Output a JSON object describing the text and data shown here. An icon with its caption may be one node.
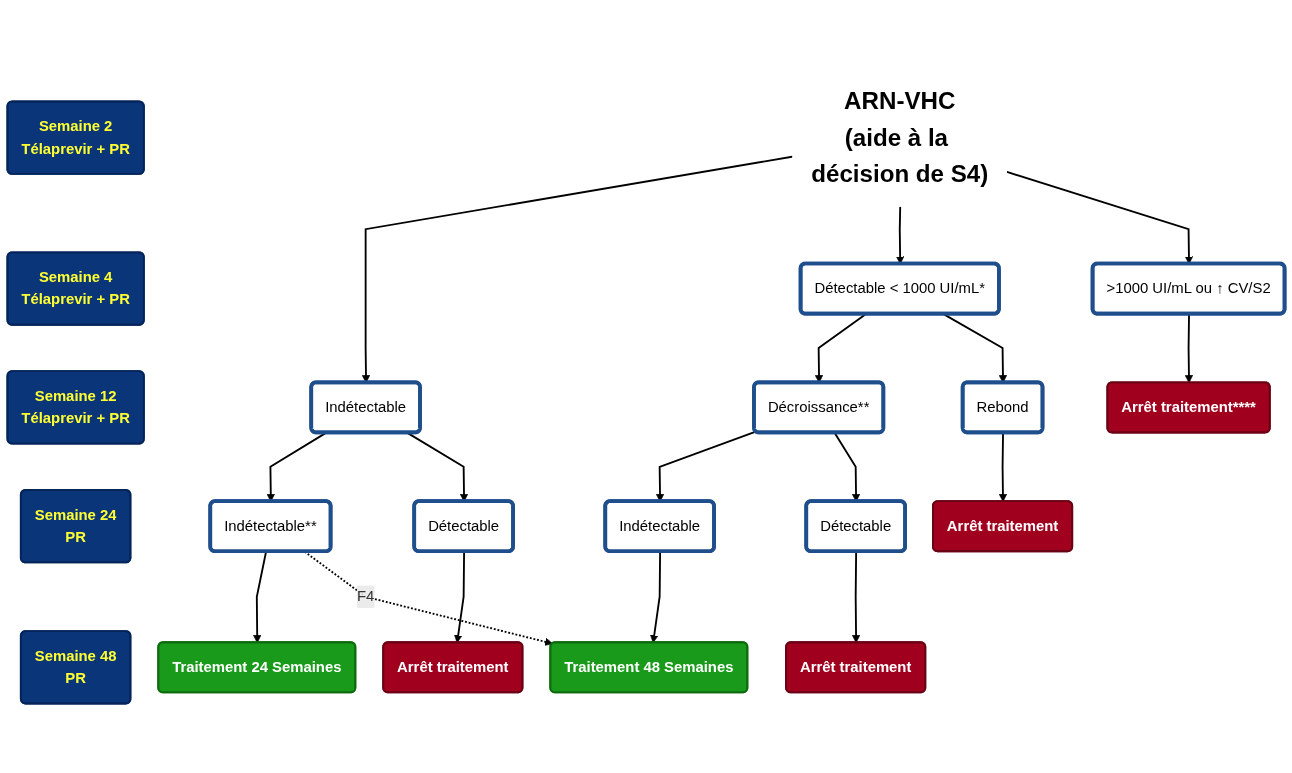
{
  "diagram": {
    "nodes": [
      {
        "text": [
          "Semaine 2",
          "Télaprevir + PR"
        ]
      },
      {
        "text": [
          "Semaine 4",
          "Télaprevir + PR"
        ]
      },
      {
        "text": [
          "Semaine 12",
          "Télaprevir + PR"
        ]
      },
      {
        "text": [
          "Semaine 24",
          "PR"
        ]
      },
      {
        "text": [
          "Semaine 48",
          "PR"
        ]
      },
      {
        "text": [
          "ARN-VHC",
          "(aide à la décision de S4)"
        ]
      },
      {
        "text": [
          "Indétectable"
        ]
      },
      {
        "text": [
          "Détectable < 1000 UI/mL*"
        ]
      },
      {
        "text": [
          ">1000 UI/mL ou ↑ CV/S2"
        ]
      },
      {
        "text": [
          "Indétectable**"
        ]
      },
      {
        "text": [
          "Détectable"
        ]
      },
      {
        "text": [
          "Décroissance**"
        ]
      },
      {
        "text": [
          "Rebond"
        ]
      },
      {
        "text": [
          "Arrêt traitement****"
        ]
      },
      {
        "text": [
          "Arrêt traitement"
        ]
      },
      {
        "text": [
          "Arrêt traitement"
        ]
      },
      {
        "text": [
          "Traitement 24 Semaines"
        ]
      },
      {
        "text": [
          "Indétectable"
        ]
      },
      {
        "text": [
          "Détectable"
        ]
      },
      {
        "text": [
          "Arrêt traitement"
        ]
      },
      {
        "text": [
          "Traitement 48 Semaines"
        ]
      }
    ],
    "edges": [
      {
        "from": 5,
        "to": 6,
        "arrow": "to"
      },
      {
        "from": 5,
        "to": 7,
        "arrow": "to"
      },
      {
        "from": 5,
        "to": 8,
        "arrow": "to"
      },
      {
        "from": 6,
        "to": 9,
        "arrow": "to"
      },
      {
        "from": 6,
        "to": 10,
        "arrow": "to"
      },
      {
        "from": 7,
        "to": 11,
        "arrow": "to"
      },
      {
        "from": 7,
        "to": 12,
        "arrow": "to"
      },
      {
        "from": 8,
        "to": 13,
        "arrow": "to"
      },
      {
        "from": 10,
        "to": 14,
        "arrow": "to"
      },
      {
        "from": 12,
        "to": 15,
        "arrow": "to"
      },
      {
        "from": 9,
        "to": 16,
        "arrow": "to"
      },
      {
        "from": 9,
        "to": 20,
        "arrow": "to",
        "style": "dashed",
        "label": "F4"
      },
      {
        "from": 11,
        "to": 17,
        "arrow": "to"
      },
      {
        "from": 11,
        "to": 18,
        "arrow": "to"
      },
      {
        "from": 18,
        "to": 19,
        "arrow": "to"
      },
      {
        "from": 17,
        "to": 20,
        "arrow": "to"
      }
    ]
  }
}
